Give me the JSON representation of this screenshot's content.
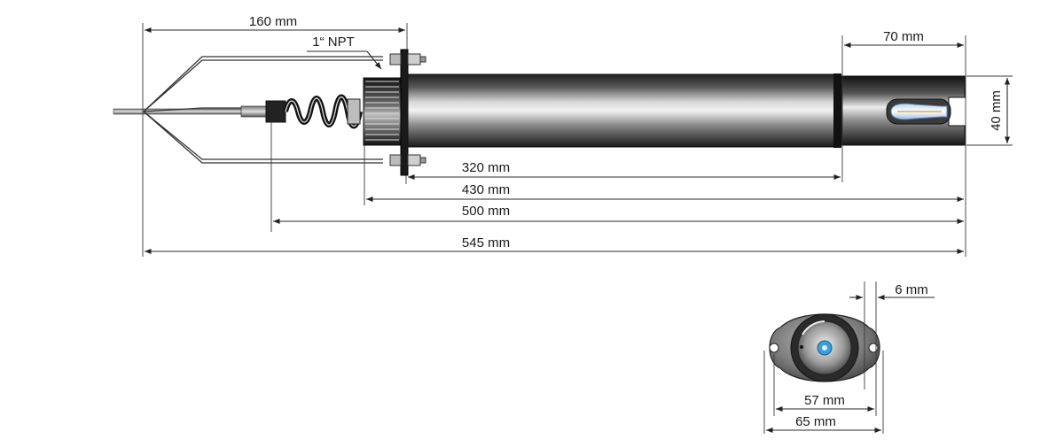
{
  "drawing": {
    "dimensions": {
      "overall_545": "545 mm",
      "probe_500": "500 mm",
      "thread_430": "430 mm",
      "body_320": "320 mm",
      "guard_160": "160 mm",
      "head_70": "70 mm",
      "head_height_40": "40 mm",
      "flange_hole_6": "6 mm",
      "flange_inner_57": "57 mm",
      "flange_outer_65": "65 mm"
    },
    "callouts": {
      "thread": "1“ NPT"
    }
  }
}
